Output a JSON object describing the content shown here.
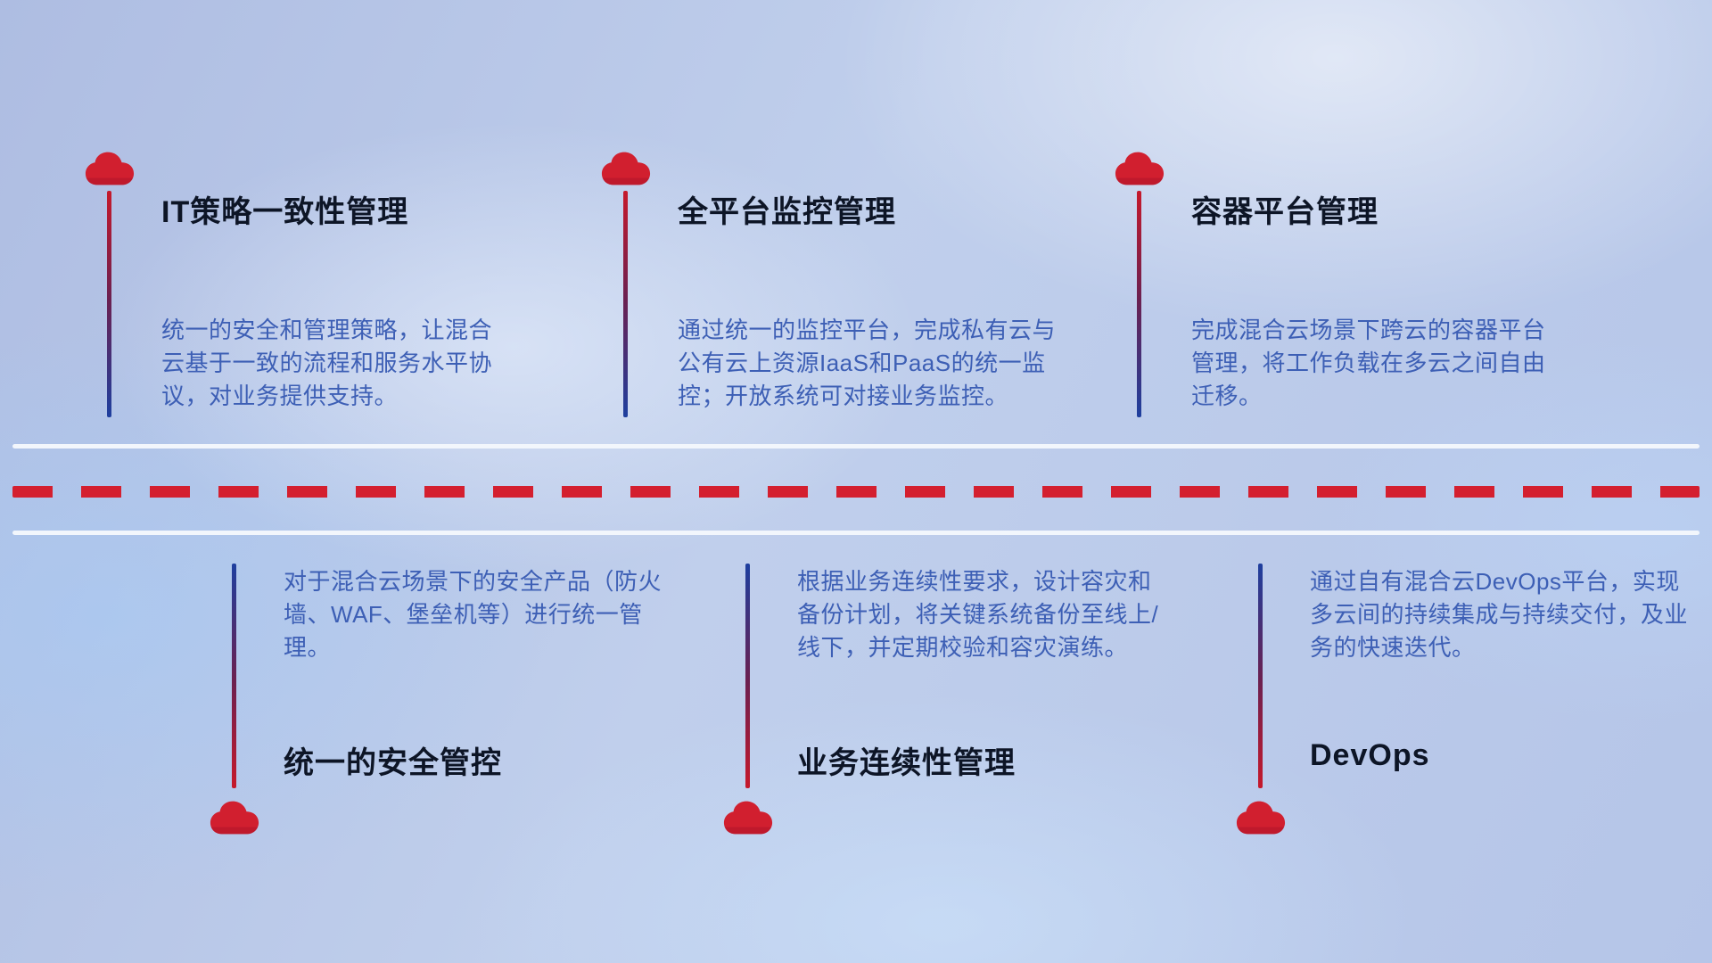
{
  "diagram": {
    "theme": {
      "accent_red": "#d41f2f",
      "line_blue": "#1e3f9f",
      "title_color": "#0d1526",
      "description_color": "#3d5fb5",
      "background_base": "#b7c5e8",
      "divider_solid_color": "#f2f6fc"
    },
    "top_items": [
      {
        "title": "IT策略一致性管理",
        "description": "统一的安全和管理策略，让混合云基于一致的流程和服务水平协议，对业务提供支持。"
      },
      {
        "title": "全平台监控管理",
        "description": "通过统一的监控平台，完成私有云与公有云上资源IaaS和PaaS的统一监控；开放系统可对接业务监控。"
      },
      {
        "title": "容器平台管理",
        "description": "完成混合云场景下跨云的容器平台管理，将工作负载在多云之间自由迁移。"
      }
    ],
    "bottom_items": [
      {
        "title": "统一的安全管控",
        "description": "对于混合云场景下的安全产品（防火墙、WAF、堡垒机等）进行统一管理。"
      },
      {
        "title": "业务连续性管理",
        "description": "根据业务连续性要求，设计容灾和备份计划，将关键系统备份至线上/线下，并定期校验和容灾演练。"
      },
      {
        "title": "DevOps",
        "description": "通过自有混合云DevOps平台，实现多云间的持续集成与持续交付，及业务的快速迭代。"
      }
    ]
  }
}
